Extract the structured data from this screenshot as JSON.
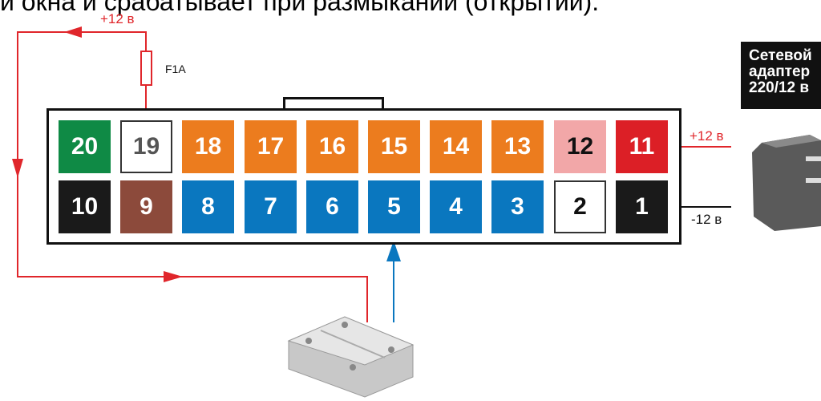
{
  "header": {
    "text": "и окна и срабатывает при размыкании (открытии)."
  },
  "labels": {
    "top_plus": "+12 в",
    "fuse": "F1A",
    "right_plus": "+12 в",
    "right_minus": "-12 в"
  },
  "adapter": {
    "line1": "Сетевой",
    "line2": "адаптер",
    "line3": "220/12 в"
  },
  "pins_top": [
    {
      "num": "20",
      "bg": "#0f8a45",
      "fg": "#ffffff"
    },
    {
      "num": "19",
      "bg": "#ffffff",
      "fg": "#555555"
    },
    {
      "num": "18",
      "bg": "#ec7c1e",
      "fg": "#ffffff"
    },
    {
      "num": "17",
      "bg": "#ec7c1e",
      "fg": "#ffffff"
    },
    {
      "num": "16",
      "bg": "#ec7c1e",
      "fg": "#ffffff"
    },
    {
      "num": "15",
      "bg": "#ec7c1e",
      "fg": "#ffffff"
    },
    {
      "num": "14",
      "bg": "#ec7c1e",
      "fg": "#ffffff"
    },
    {
      "num": "13",
      "bg": "#ec7c1e",
      "fg": "#ffffff"
    },
    {
      "num": "12",
      "bg": "#f2a7a8",
      "fg": "#111111"
    },
    {
      "num": "11",
      "bg": "#dc1f26",
      "fg": "#ffffff"
    }
  ],
  "pins_bottom": [
    {
      "num": "10",
      "bg": "#1a1a1a",
      "fg": "#ffffff"
    },
    {
      "num": "9",
      "bg": "#8c4a3b",
      "fg": "#ffffff"
    },
    {
      "num": "8",
      "bg": "#0a77bf",
      "fg": "#ffffff"
    },
    {
      "num": "7",
      "bg": "#0a77bf",
      "fg": "#ffffff"
    },
    {
      "num": "6",
      "bg": "#0a77bf",
      "fg": "#ffffff"
    },
    {
      "num": "5",
      "bg": "#0a77bf",
      "fg": "#ffffff"
    },
    {
      "num": "4",
      "bg": "#0a77bf",
      "fg": "#ffffff"
    },
    {
      "num": "3",
      "bg": "#0a77bf",
      "fg": "#ffffff"
    },
    {
      "num": "2",
      "bg": "#ffffff",
      "fg": "#111111"
    },
    {
      "num": "1",
      "bg": "#1a1a1a",
      "fg": "#ffffff"
    }
  ],
  "colors": {
    "red_wire": "#e0262b",
    "blue_wire": "#0a77bf",
    "black_wire": "#111111"
  }
}
